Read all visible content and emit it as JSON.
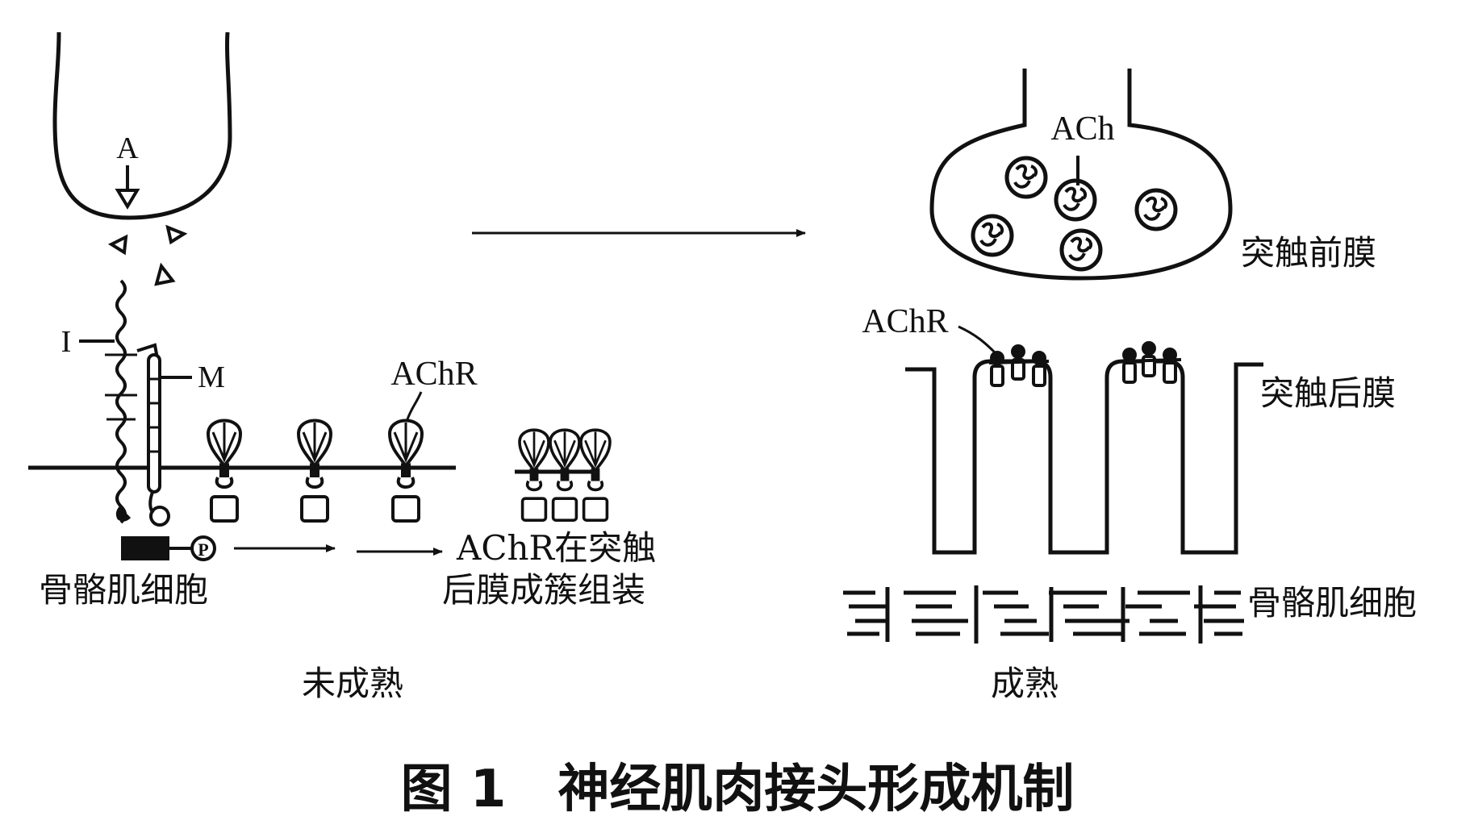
{
  "labels": {
    "A": "A",
    "I": "I",
    "M": "M",
    "achr_immature": "AChR",
    "cluster_line1": "AChR在突触",
    "cluster_line2": "后膜成簇组装",
    "muscle_cell_left": "骨骼肌细胞",
    "P": "P",
    "immature": "未成熟",
    "ach": "ACh",
    "presynaptic": "突触前膜",
    "achr_mature": "AChR",
    "postsynaptic": "突触后膜",
    "muscle_cell_right": "骨骼肌细胞",
    "mature": "成熟"
  },
  "caption": "图 1　神经肌肉接头形成机制"
}
